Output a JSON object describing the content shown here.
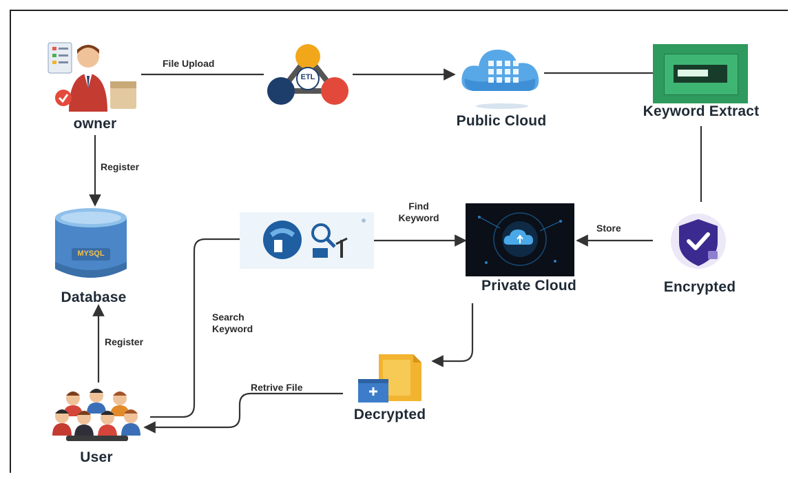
{
  "nodes": {
    "owner": "owner",
    "public_cloud": "Public Cloud",
    "keyword_extract": "Keyword Extract",
    "database": "Database",
    "private_cloud": "Private Cloud",
    "encrypted": "Encrypted",
    "decrypted": "Decrypted",
    "user": "User"
  },
  "icons": {
    "etl_text": "ETL",
    "database_text": "MYSQL"
  },
  "edges": {
    "file_upload": "File Upload",
    "register_top": "Register",
    "register_bottom": "Register",
    "find_keyword_1": "Find",
    "find_keyword_2": "Keyword",
    "store": "Store",
    "search_keyword_1": "Search",
    "search_keyword_2": "Keyword",
    "retrieve_file": "Retrive File"
  },
  "colors": {
    "line": "#333333",
    "label": "#1f2a35",
    "private_cloud_bg": "#0a0f18",
    "keyword_extract_bg": "#2e9a5e",
    "shield": "#3b2a8f",
    "folder": "#f2b430",
    "database": "#4a86c8"
  }
}
